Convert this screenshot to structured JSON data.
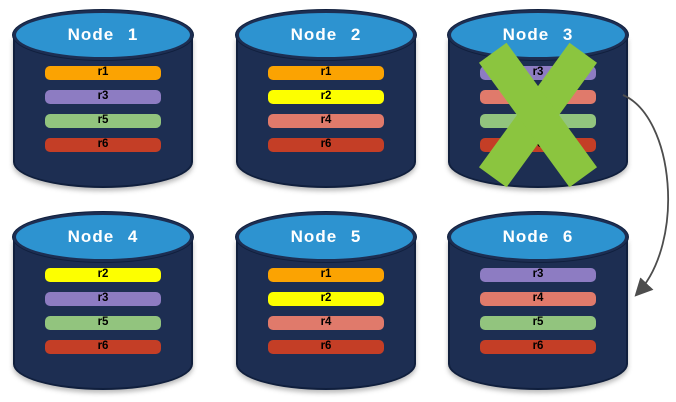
{
  "diagram": {
    "colors": {
      "cylinder_body": "#1D2E52",
      "cylinder_edge": "#101F3D",
      "cylinder_top": "#2D93D0",
      "failure_x": "#8BC53F",
      "arrow": "#4D4D4D",
      "replicas": {
        "r1": "#FBA302",
        "r2": "#FDFF00",
        "r3": "#8D7CC2",
        "r4": "#E07A6B",
        "r5": "#92C47E",
        "r6": "#C43E26"
      }
    },
    "nodes": [
      {
        "label": "Node 1",
        "failed": false,
        "replicas": [
          "r1",
          "r3",
          "r5",
          "r6"
        ]
      },
      {
        "label": "Node 2",
        "failed": false,
        "replicas": [
          "r1",
          "r2",
          "r4",
          "r6"
        ]
      },
      {
        "label": "Node 3",
        "failed": true,
        "replicas": [
          "r3",
          "r4",
          "r5",
          "r6"
        ]
      },
      {
        "label": "Node 4",
        "failed": false,
        "replicas": [
          "r2",
          "r3",
          "r5",
          "r6"
        ]
      },
      {
        "label": "Node 5",
        "failed": false,
        "replicas": [
          "r1",
          "r2",
          "r4",
          "r6"
        ]
      },
      {
        "label": "Node 6",
        "failed": false,
        "replicas": [
          "r3",
          "r4",
          "r5",
          "r6"
        ]
      }
    ],
    "arrow": {
      "from_label": "Node 3",
      "to_label": "Node 6"
    }
  }
}
